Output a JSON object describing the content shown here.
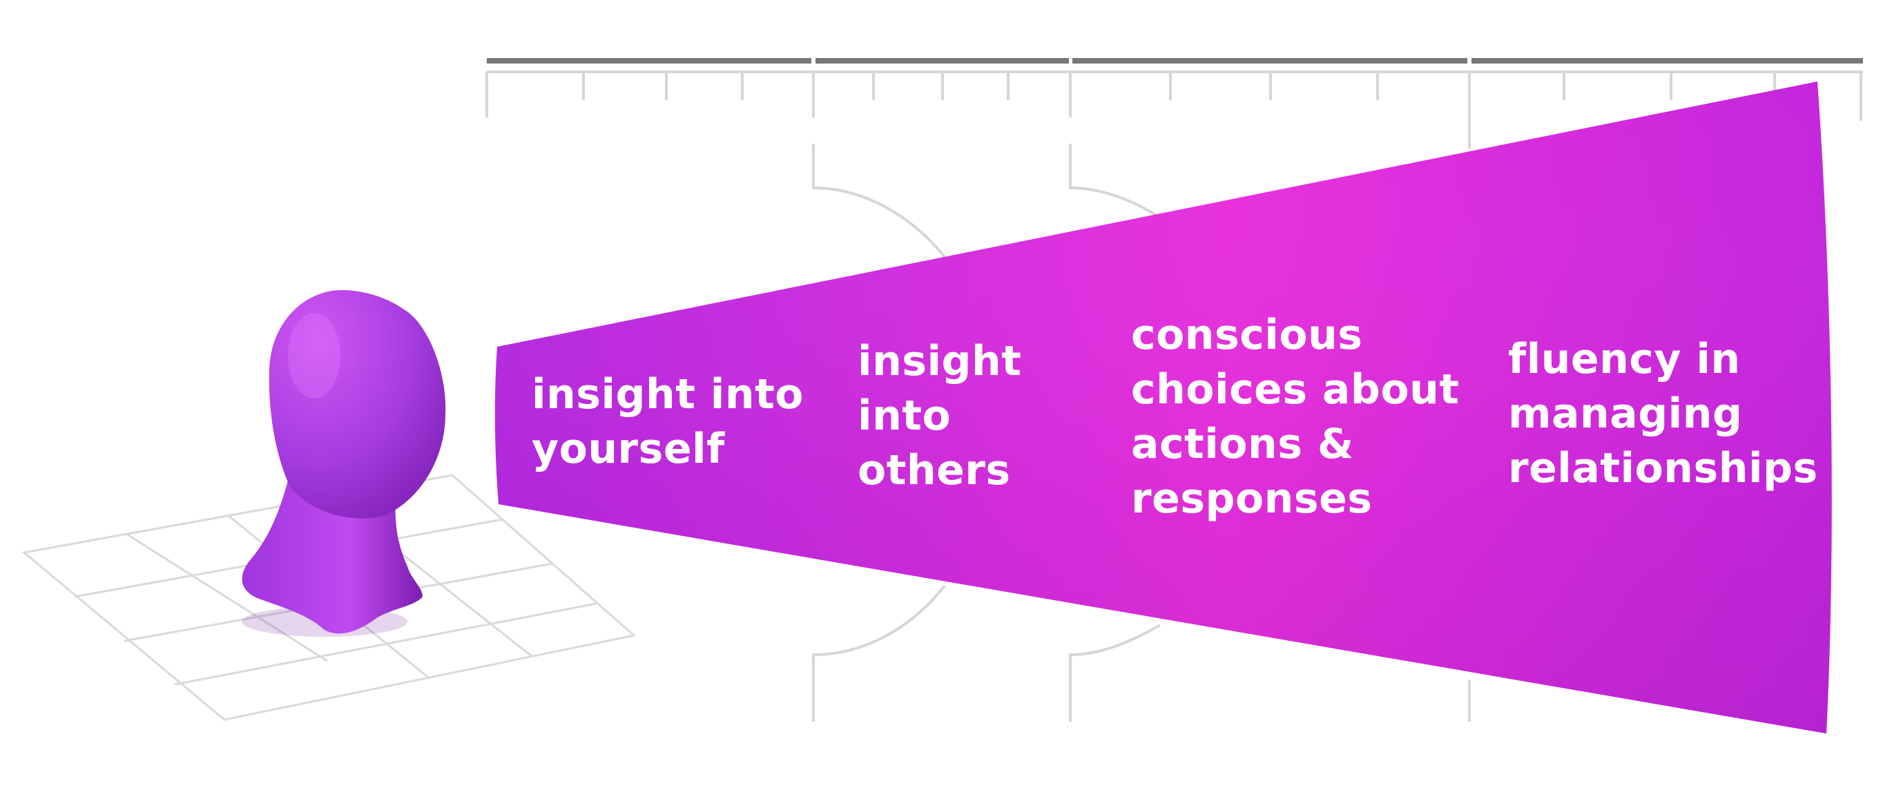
{
  "diagram": {
    "figure": "head-icon",
    "ruler_segments": 4,
    "stages": [
      {
        "lines": [
          "insight into",
          "yourself"
        ]
      },
      {
        "lines": [
          "insight",
          "into",
          "others"
        ]
      },
      {
        "lines": [
          "conscious",
          "choices about",
          "actions &",
          "responses"
        ]
      },
      {
        "lines": [
          "fluency in",
          "managing",
          "relationships"
        ]
      }
    ]
  },
  "colors": {
    "cone_start": "#b52ae0",
    "cone_mid": "#e830dc",
    "cone_end": "#c426dc",
    "head_light": "#d056f3",
    "head_dark": "#7d1fb3",
    "ruler_bar": "#777777",
    "guide_lines": "#d6d6d6",
    "label_text": "#ffffff"
  }
}
